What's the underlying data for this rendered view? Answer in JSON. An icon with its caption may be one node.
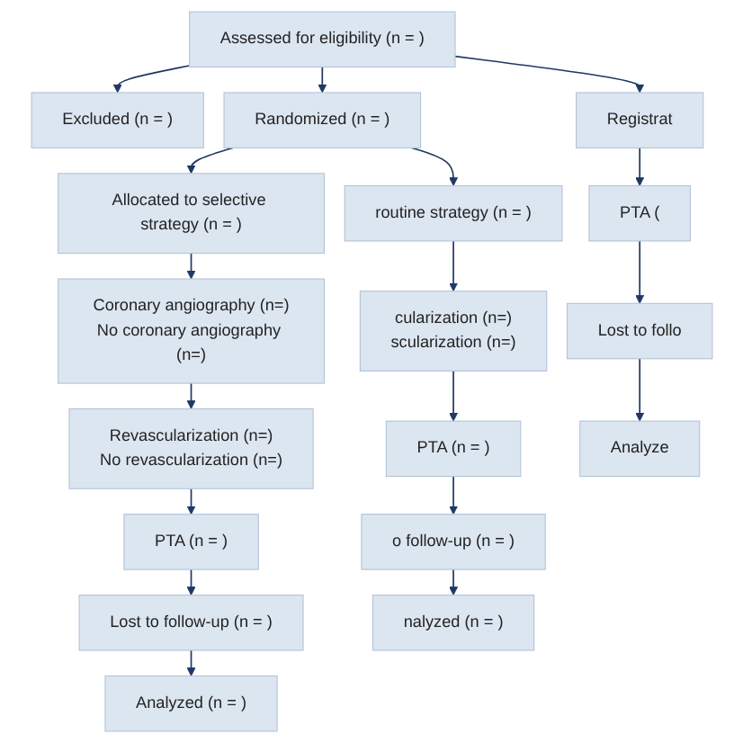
{
  "diagram": {
    "nodes": [
      {
        "text": [
          "Assessed for eligibility (n = )"
        ]
      },
      {
        "text": [
          "Excluded (n = )"
        ]
      },
      {
        "text": [
          "Randomized (n = )"
        ]
      },
      {
        "text": [
          "Registrat"
        ]
      },
      {
        "text": [
          "routine strategy (n = )"
        ]
      },
      {
        "text": [
          "Allocated to selective strategy (n = )"
        ]
      },
      {
        "text": [
          "cularization (n=)",
          "scularization (n=)"
        ]
      },
      {
        "text": [
          "Coronary angiography (n=)",
          "No coronary angiography (n=)"
        ]
      },
      {
        "text": [
          "Revascularization (n=)",
          "No revascularization (n=)"
        ]
      },
      {
        "text": [
          "PTA (n = )"
        ]
      },
      {
        "text": [
          "PTA (n = )"
        ]
      },
      {
        "text": [
          "PTA ("
        ]
      },
      {
        "text": [
          "o follow-up (n = )"
        ]
      },
      {
        "text": [
          "Lost to follow-up (n = )"
        ]
      },
      {
        "text": [
          "Lost to follo"
        ]
      },
      {
        "text": [
          "nalyzed (n = )"
        ]
      },
      {
        "text": [
          "Analyzed (n = )"
        ]
      },
      {
        "text": [
          "Analyze"
        ]
      }
    ],
    "edges": [
      {
        "from": 0,
        "to": 1,
        "arrow": "to"
      },
      {
        "from": 0,
        "to": 2,
        "arrow": "to"
      },
      {
        "from": 0,
        "to": 3,
        "arrow": "to"
      },
      {
        "from": 2,
        "to": 4,
        "arrow": "to"
      },
      {
        "from": 2,
        "to": 5,
        "arrow": "to"
      },
      {
        "from": 4,
        "to": 6,
        "arrow": "to"
      },
      {
        "from": 5,
        "to": 7,
        "arrow": "to"
      },
      {
        "from": 7,
        "to": 8,
        "arrow": "to"
      },
      {
        "from": 6,
        "to": 9,
        "arrow": "to"
      },
      {
        "from": 8,
        "to": 10,
        "arrow": "to"
      },
      {
        "from": 3,
        "to": 11,
        "arrow": "to"
      },
      {
        "from": 9,
        "to": 12,
        "arrow": "to"
      },
      {
        "from": 10,
        "to": 13,
        "arrow": "to"
      },
      {
        "from": 11,
        "to": 14,
        "arrow": "to"
      },
      {
        "from": 12,
        "to": 15,
        "arrow": "to"
      },
      {
        "from": 13,
        "to": 16,
        "arrow": "to"
      },
      {
        "from": 14,
        "to": 17,
        "arrow": "to"
      }
    ]
  }
}
